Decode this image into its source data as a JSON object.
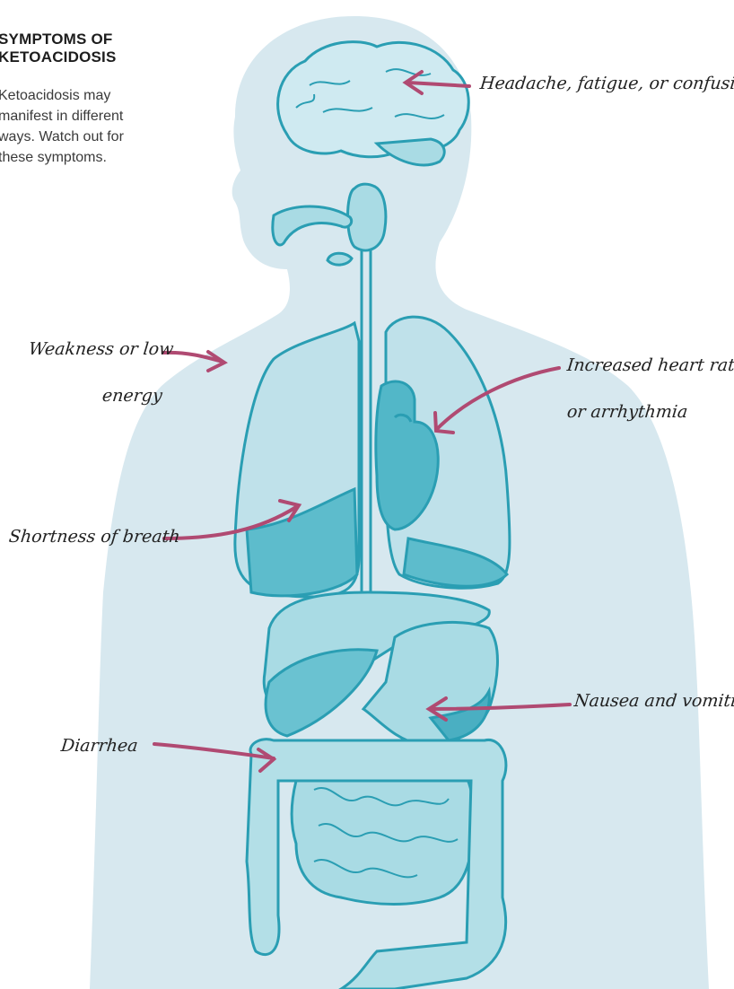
{
  "heading": {
    "line1": "SYMPTOMS OF",
    "line2": "KETOACIDOSIS"
  },
  "intro": {
    "line1": "Ketoacidosis may",
    "line2": "manifest in different",
    "line3": "ways. Watch out for",
    "line4": "these symptoms."
  },
  "labels": {
    "head": "Headache, fatigue, or confusion",
    "weakness_1": "Weakness or low",
    "weakness_2": "energy",
    "heart_1": "Increased heart rate",
    "heart_2": "or arrhythmia",
    "breath": "Shortness of breath",
    "nausea": "Nausea and vomiting",
    "diarrhea": "Diarrhea"
  },
  "colors": {
    "silhouette": "#d7e8ef",
    "organ_fill": "#a9dbe4",
    "organ_fill_dark": "#52b7c8",
    "organ_stroke": "#2a9eb3",
    "arrow": "#b04a72",
    "text": "#222222"
  }
}
